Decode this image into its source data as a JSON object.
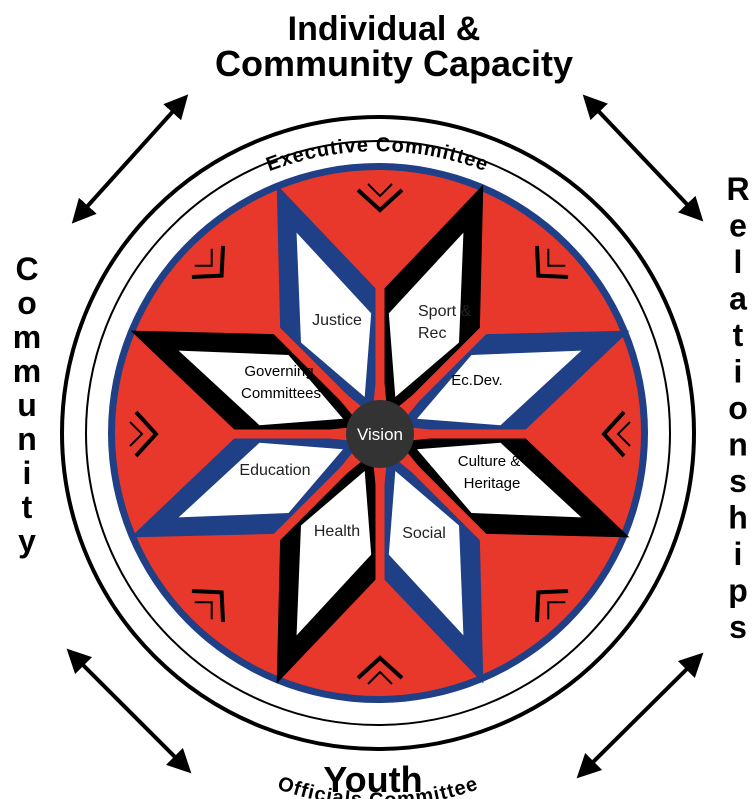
{
  "title": {
    "line1": "Individual &",
    "line2": "Community Capacity"
  },
  "left_label": "Community",
  "right_label": "Relationships",
  "bottom_label": "Youth",
  "top_arc_label": "Executive  Committee",
  "bottom_arc_label": "Officials Committee",
  "center": "Vision",
  "petals": {
    "justice": "Justice",
    "sport_rec": [
      "Sport &",
      "Rec"
    ],
    "ec_dev": "Ec.Dev.",
    "culture_heritage": [
      "Culture &",
      "Heritage"
    ],
    "social": "Social",
    "health": "Health",
    "education": "Education",
    "governing_committees": [
      "Governing",
      "Committees"
    ]
  },
  "colors": {
    "red": "#e8382c",
    "blue": "#1f3f86",
    "black": "#000000",
    "white": "#ffffff",
    "center_gray": "#333333"
  }
}
